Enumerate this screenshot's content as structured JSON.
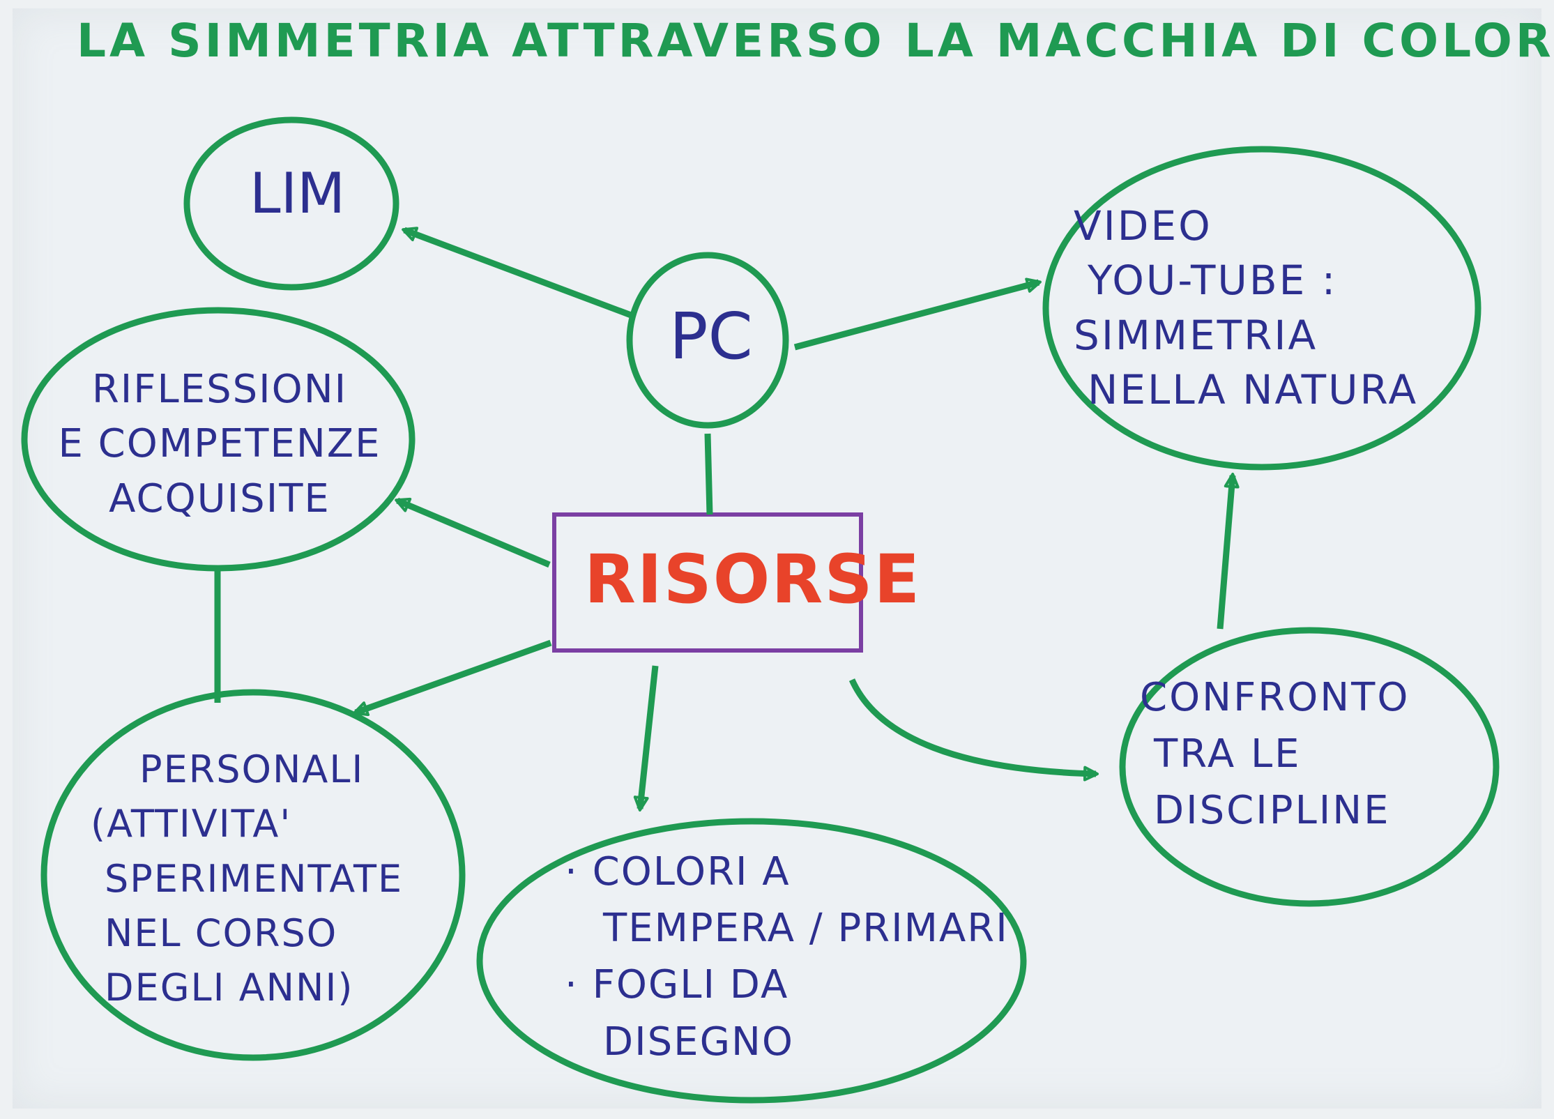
{
  "title": "LA SIMMETRIA ATTRAVERSO LA MACCHIA DI COLORE",
  "center": "RISORSE",
  "nodes": {
    "lim": [
      "LIM"
    ],
    "pc": [
      "PC"
    ],
    "video": [
      "VIDEO",
      "YOU-TUBE :",
      "SIMMETRIA",
      "NELLA NATURA"
    ],
    "riflessioni": [
      "RIFLESSIONI",
      "E COMPETENZE",
      "ACQUISITE"
    ],
    "confronto": [
      "CONFRONTO",
      "TRA LE",
      "DISCIPLINE"
    ],
    "personali": [
      "PERSONALI",
      "(ATTIVITA'",
      "SPERIMENTATE",
      "NEL CORSO",
      "DEGLI ANNI)"
    ],
    "materiali": [
      "· COLORI A",
      "TEMPERA / PRIMARI",
      "· FOGLI DA",
      "DISEGNO"
    ]
  },
  "colors": {
    "outline": "#1f9a52",
    "text": "#2c2f8f",
    "center_text": "#e8432a",
    "center_border": "#7b3fa3"
  }
}
